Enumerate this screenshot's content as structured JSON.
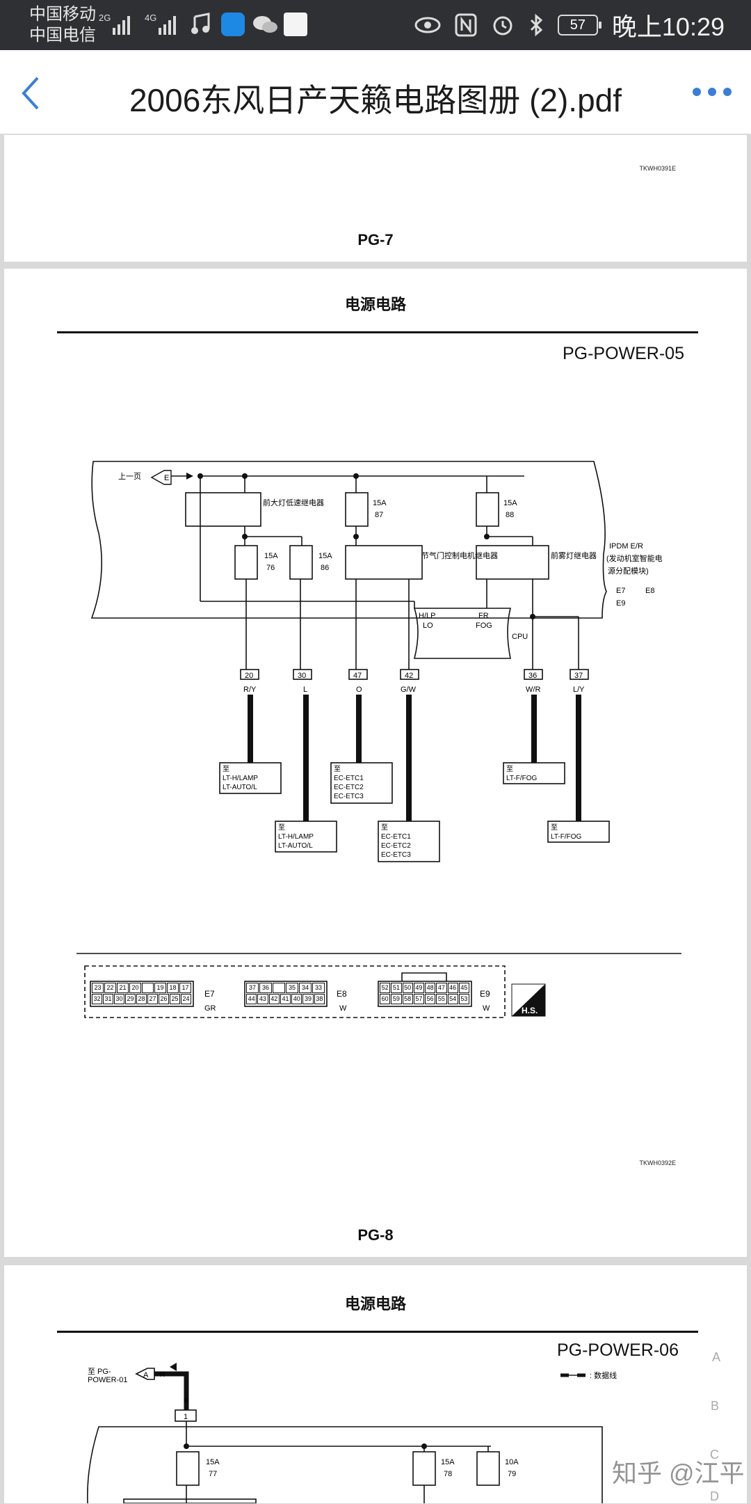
{
  "status_bar": {
    "carrier1": "中国移动",
    "carrier2": "中国电信",
    "net1": "2G",
    "net2": "4G",
    "battery": "57",
    "time": "晚上10:29"
  },
  "header": {
    "title": "2006东风日产天籁电路图册 (2).pdf"
  },
  "page1": {
    "code": "TKWH0391E",
    "number": "PG-7"
  },
  "page2": {
    "section": "电源电路",
    "diagram_code": "PG-POWER-05",
    "prev_page_label": "上一页",
    "prev_connector": "E",
    "relays": {
      "headlamp_low": "前大灯低速继电器",
      "throttle": "节气门控制电机继电器",
      "front_fog": "前雾灯继电器"
    },
    "fuses": [
      {
        "amp": "15A",
        "num": "87"
      },
      {
        "amp": "15A",
        "num": "88"
      },
      {
        "amp": "15A",
        "num": "76"
      },
      {
        "amp": "15A",
        "num": "86"
      }
    ],
    "module": {
      "name": "IPDM E/R",
      "desc1": "(发动机室智能电",
      "desc2": "源分配模块)",
      "conn1": "E7",
      "conn2": "E8",
      "conn3": "E9"
    },
    "cpu": {
      "hlp": "H/LP",
      "lo": "LO",
      "fr": "FR",
      "fog": "FOG",
      "cpu": "CPU"
    },
    "pins": [
      {
        "num": "20",
        "wire": "R/Y"
      },
      {
        "num": "30",
        "wire": "L"
      },
      {
        "num": "47",
        "wire": "O"
      },
      {
        "num": "42",
        "wire": "G/W"
      },
      {
        "num": "36",
        "wire": "W/R"
      },
      {
        "num": "37",
        "wire": "L/Y"
      }
    ],
    "dest": {
      "to": "至",
      "lamp1": "LT-H/LAMP",
      "lamp2": "LT-AUTO/L",
      "etc1": "EC-ETC1",
      "etc2": "EC-ETC2",
      "etc3": "EC-ETC3",
      "fog": "LT-F/FOG"
    },
    "connectors": {
      "e7_top": [
        "23",
        "22",
        "21",
        "20",
        "",
        "19",
        "18",
        "17"
      ],
      "e7_bot": [
        "32",
        "31",
        "30",
        "29",
        "28",
        "27",
        "26",
        "25",
        "24"
      ],
      "e7_label": "E7",
      "e7_color": "GR",
      "e8_top": [
        "37",
        "36",
        "",
        "35",
        "34",
        "33"
      ],
      "e8_bot": [
        "44",
        "43",
        "42",
        "41",
        "40",
        "39",
        "38"
      ],
      "e8_label": "E8",
      "e8_color": "W",
      "e9_top": [
        "52",
        "51",
        "50",
        "49",
        "48",
        "47",
        "46",
        "45"
      ],
      "e9_bot": [
        "60",
        "59",
        "58",
        "57",
        "56",
        "55",
        "54",
        "53"
      ],
      "e9_label": "E9",
      "e9_color": "W",
      "hs": "H.S."
    },
    "code": "TKWH0392E",
    "number": "PG-8"
  },
  "page3": {
    "section": "电源电路",
    "diagram_code": "PG-POWER-06",
    "to_label": "至 PG-",
    "to_label2": "POWER-01",
    "conn": "A",
    "wire_r": "R",
    "pin1": "1",
    "legend": ": 数据线",
    "fuses": [
      {
        "amp": "15A",
        "num": "77"
      },
      {
        "amp": "15A",
        "num": "78"
      },
      {
        "amp": "10A",
        "num": "79"
      }
    ],
    "margin": [
      "A",
      "B",
      "C",
      "D"
    ]
  },
  "watermark": "知乎 @江平",
  "colors": {
    "status_bg": "#2f3033",
    "accent": "#3b7fd4",
    "page_bg": "#ffffff",
    "viewer_bg": "#d9d9d9"
  }
}
